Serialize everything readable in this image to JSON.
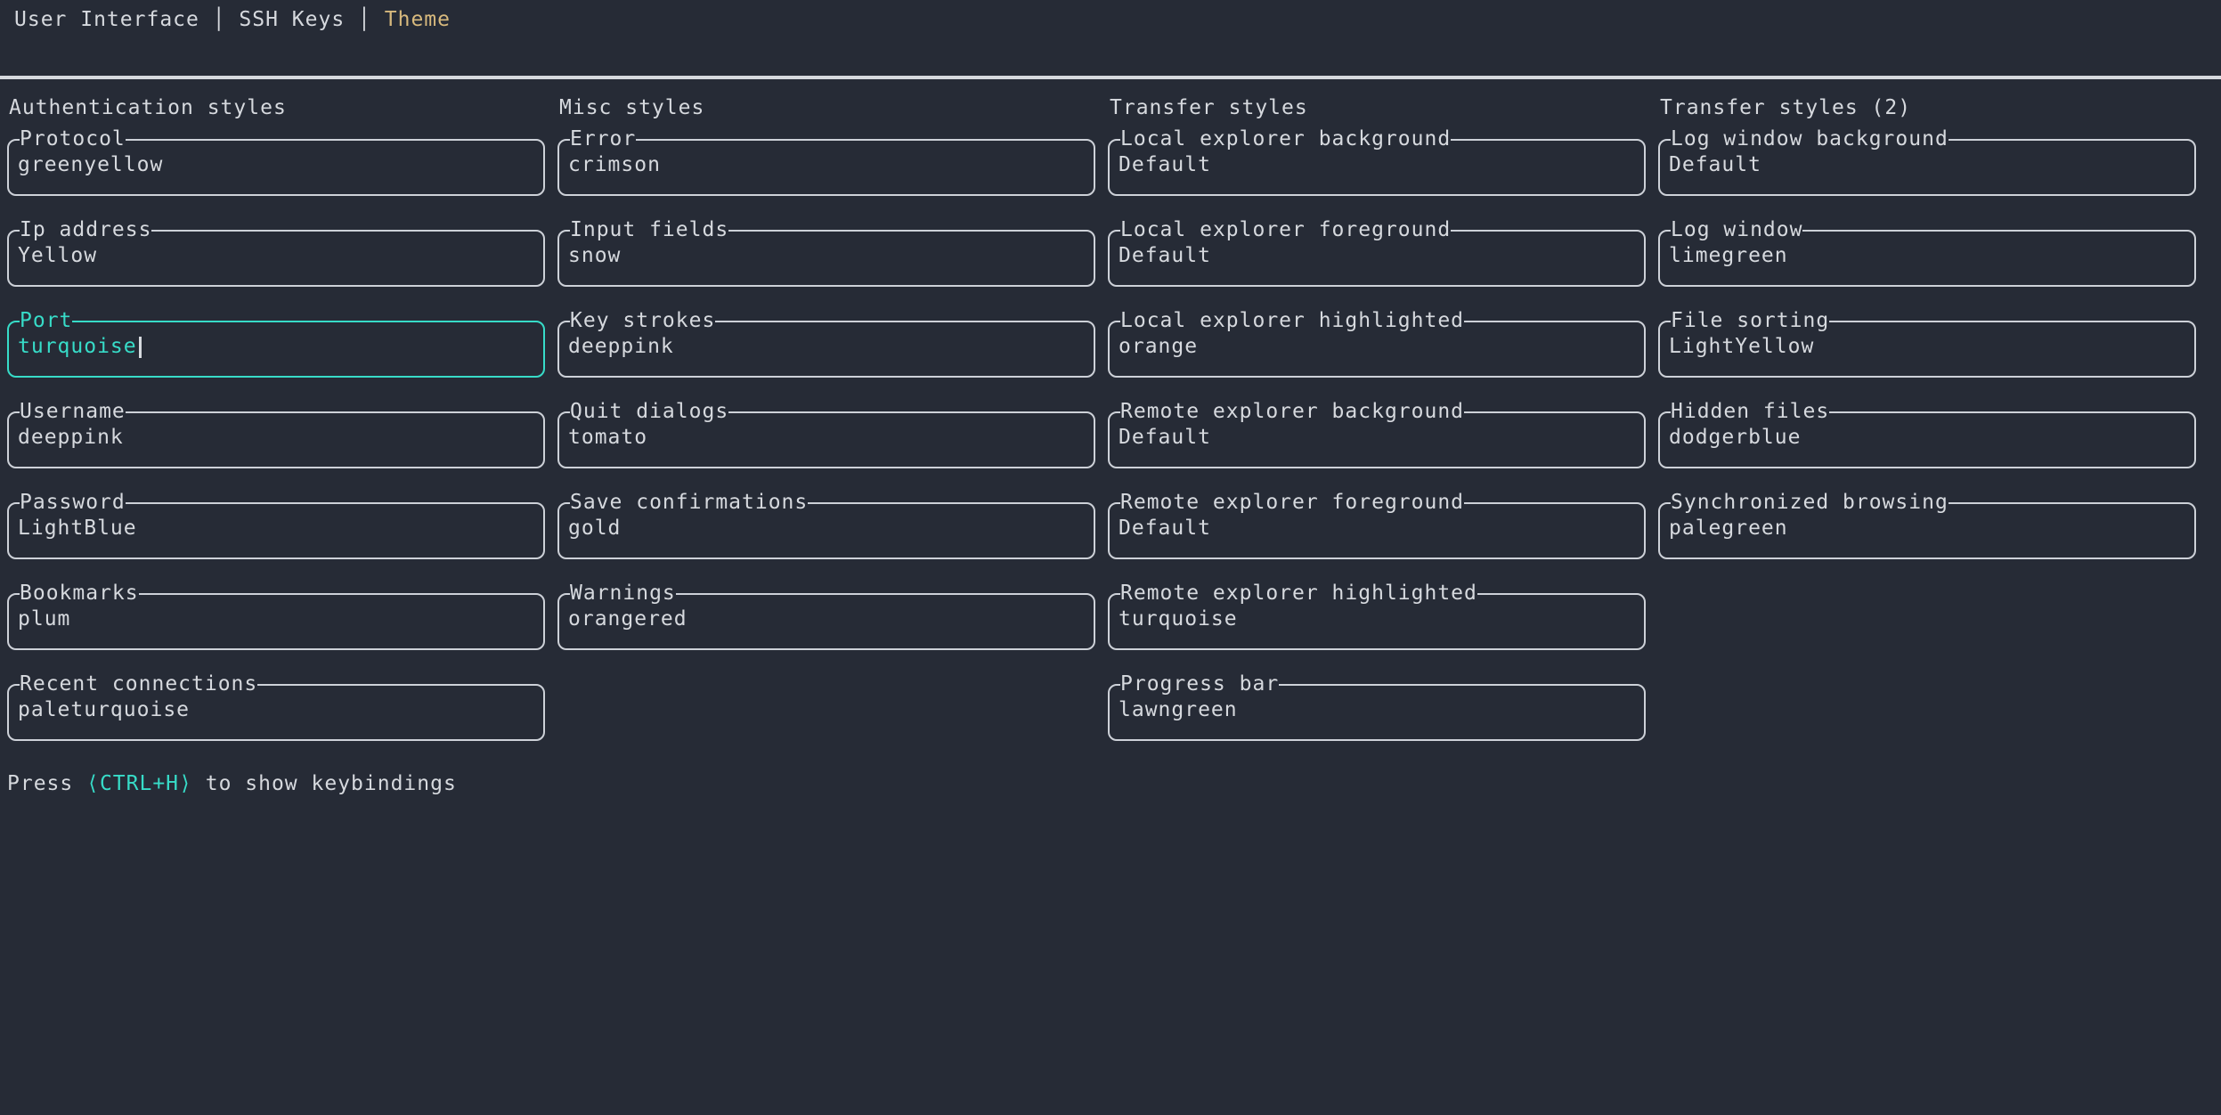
{
  "colors": {
    "background": "#262b36",
    "foreground": "#d6d9de",
    "border": "#cdd1d8",
    "tab_active": "#d7b97d",
    "focus": "#37dcc8"
  },
  "tabs": {
    "separator": "│",
    "items": [
      {
        "label": "User Interface",
        "active": false
      },
      {
        "label": "SSH Keys",
        "active": false
      },
      {
        "label": "Theme",
        "active": true
      }
    ]
  },
  "columns": [
    {
      "title": "Authentication styles",
      "fields": [
        {
          "label": "Protocol",
          "value": "greenyellow",
          "focused": false
        },
        {
          "label": "Ip address",
          "value": "Yellow",
          "focused": false
        },
        {
          "label": "Port",
          "value": "turquoise",
          "focused": true
        },
        {
          "label": "Username",
          "value": "deeppink",
          "focused": false
        },
        {
          "label": "Password",
          "value": "LightBlue",
          "focused": false
        },
        {
          "label": "Bookmarks",
          "value": "plum",
          "focused": false
        },
        {
          "label": "Recent connections",
          "value": "paleturquoise",
          "focused": false
        }
      ]
    },
    {
      "title": "Misc styles",
      "fields": [
        {
          "label": "Error",
          "value": "crimson",
          "focused": false
        },
        {
          "label": "Input fields",
          "value": "snow",
          "focused": false
        },
        {
          "label": "Key strokes",
          "value": "deeppink",
          "focused": false
        },
        {
          "label": "Quit dialogs",
          "value": "tomato",
          "focused": false
        },
        {
          "label": "Save confirmations",
          "value": "gold",
          "focused": false
        },
        {
          "label": "Warnings",
          "value": "orangered",
          "focused": false
        }
      ]
    },
    {
      "title": "Transfer styles",
      "fields": [
        {
          "label": "Local explorer background",
          "value": "Default",
          "focused": false
        },
        {
          "label": "Local explorer foreground",
          "value": "Default",
          "focused": false
        },
        {
          "label": "Local explorer highlighted",
          "value": "orange",
          "focused": false
        },
        {
          "label": "Remote explorer background",
          "value": "Default",
          "focused": false
        },
        {
          "label": "Remote explorer foreground",
          "value": "Default",
          "focused": false
        },
        {
          "label": "Remote explorer highlighted",
          "value": "turquoise",
          "focused": false
        },
        {
          "label": "Progress bar",
          "value": "lawngreen",
          "focused": false
        }
      ]
    },
    {
      "title": "Transfer styles (2)",
      "fields": [
        {
          "label": "Log window background",
          "value": "Default",
          "focused": false
        },
        {
          "label": "Log window",
          "value": "limegreen",
          "focused": false
        },
        {
          "label": "File sorting",
          "value": "LightYellow",
          "focused": false
        },
        {
          "label": "Hidden files",
          "value": "dodgerblue",
          "focused": false
        },
        {
          "label": "Synchronized browsing",
          "value": "palegreen",
          "focused": false
        }
      ]
    }
  ],
  "help": {
    "prefix": "Press ",
    "key": "⟨CTRL+H⟩",
    "suffix": " to show keybindings"
  }
}
